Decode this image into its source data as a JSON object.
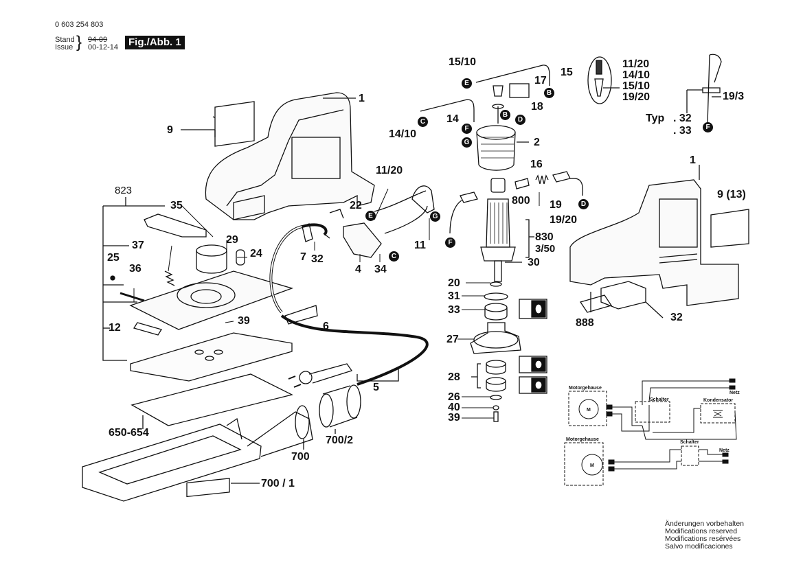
{
  "header": {
    "part_number": "0 603 254 803",
    "stand_label": "Stand",
    "issue_label": "Issue",
    "stand_value_struck": "94-09",
    "issue_value": "00-12-14",
    "figure_label": "Fig./Abb. 1"
  },
  "callouts": {
    "c1_top": "1",
    "c9": "9",
    "c823": "823",
    "c35": "35",
    "c29": "29",
    "c24": "24",
    "c37": "37",
    "c25": "25",
    "c36": "36",
    "c12": "12",
    "c39_left": "39",
    "c650": "650-654",
    "c700": "700",
    "c700_1": "700 / 1",
    "c700_2": "700/2",
    "c5": "5",
    "c6": "6",
    "c7": "7",
    "c32_left": "32",
    "c4": "4",
    "c34": "34",
    "c22": "22",
    "c11_20": "11/20",
    "c11": "11",
    "c15_10": "15/10",
    "c15": "15",
    "c17": "17",
    "c18": "18",
    "c14_10": "14/10",
    "c14": "14",
    "c2": "2",
    "c16": "16",
    "c800": "800",
    "c19": "19",
    "c19_20": "19/20",
    "c830": "830",
    "c3_50": "3/50",
    "c30": "30",
    "c20": "20",
    "c31": "31",
    "c33": "33",
    "c27": "27",
    "c28": "28",
    "c26": "26",
    "c40": "40",
    "c39_right": "39",
    "c1_right": "1",
    "c9_13": "9 (13)",
    "c888": "888",
    "c32_right": "32",
    "inset_list": [
      "11/20",
      "14/10",
      "15/10",
      "19/20"
    ],
    "c19_3": "19/3",
    "typ_label": "Typ",
    "typ_values": [
      ". 32",
      ". 33"
    ]
  },
  "connector_badges": {
    "E1": "E",
    "B1": "B",
    "C1": "C",
    "F1": "F",
    "G1": "G",
    "B2": "B",
    "D1": "D",
    "E2": "E",
    "C2": "C",
    "G2": "G",
    "F2": "F",
    "D2": "D",
    "F3": "F"
  },
  "wiring": {
    "diagram1": {
      "motor_housing": "Motorgehause",
      "motor": "M",
      "switch": "Schalter",
      "capacitor": "Kondensator",
      "mains": "Netz"
    },
    "diagram2": {
      "motor_housing": "Motorgehause",
      "motor": "M",
      "switch": "Schalter",
      "mains": "Netz"
    }
  },
  "footer": {
    "lines": [
      "Änderungen vorbehalten",
      "Modifications reserved",
      "Modifications resérvées",
      "Salvo modificaciones"
    ]
  }
}
